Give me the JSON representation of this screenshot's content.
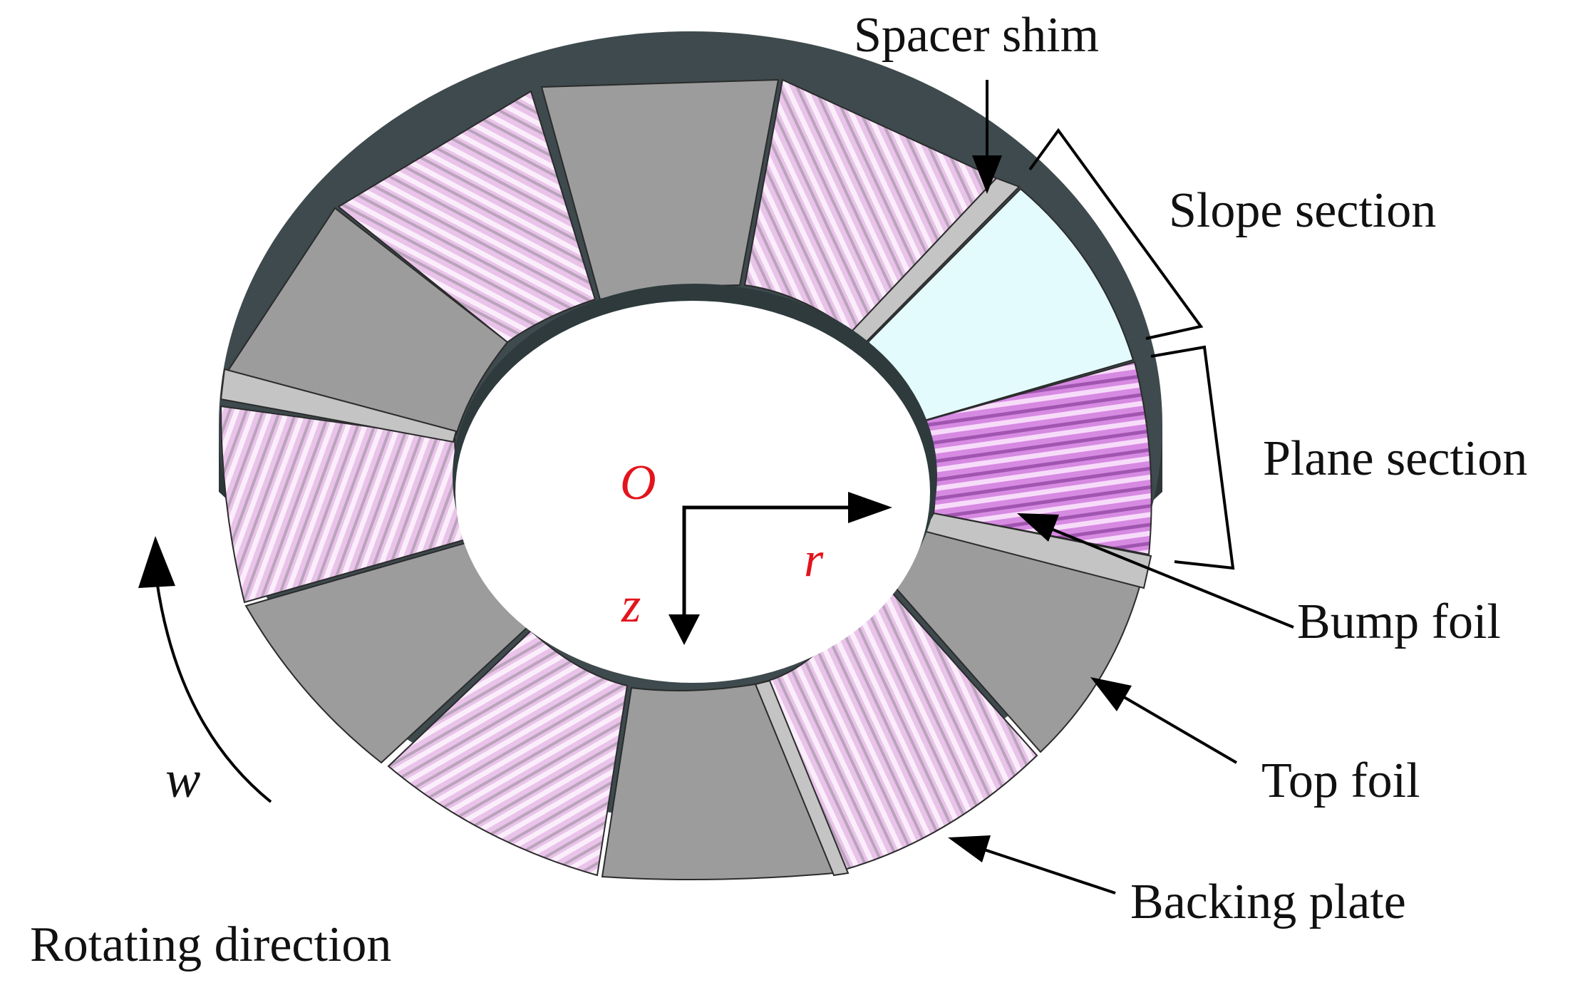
{
  "labels": {
    "spacer_shim": "Spacer shim",
    "slope_section": "Slope section",
    "plane_section": "Plane section",
    "bump_foil": "Bump foil",
    "top_foil": "Top foil",
    "backing_plate": "Backing plate",
    "rotating_direction": "Rotating direction",
    "omega": "w"
  },
  "axes": {
    "origin": "O",
    "r": "r",
    "z": "z"
  },
  "colors": {
    "top_foil": "#9c9c9c",
    "bump_foil": "#e9c3e9",
    "bump_foil_highlight": "#cf6fdc",
    "slope_highlight": "#e3fbfd",
    "spacer_shim": "#c4c4c4",
    "backing_plate": "#3e4a4d",
    "axis_label": "#e3141b"
  }
}
